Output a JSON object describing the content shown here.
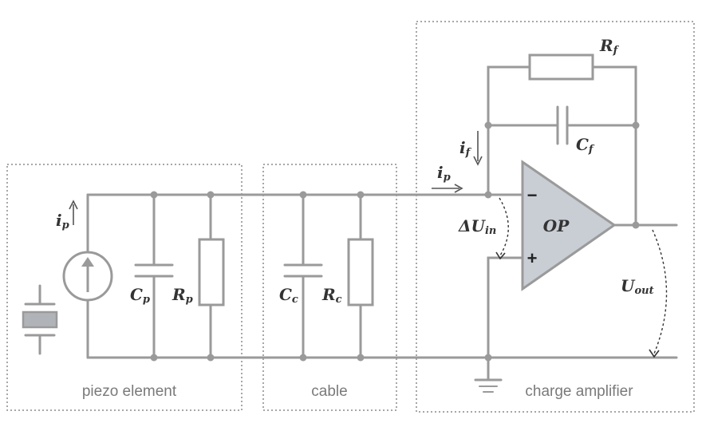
{
  "regions": {
    "piezo": "piezo element",
    "cable": "cable",
    "amplifier": "charge amplifier"
  },
  "labels": {
    "ip_source": {
      "main": "i",
      "sub": "p"
    },
    "ip_input": {
      "main": "i",
      "sub": "p"
    },
    "if": {
      "main": "i",
      "sub": "f"
    },
    "cp": {
      "main": "C",
      "sub": "p"
    },
    "rp": {
      "main": "R",
      "sub": "p"
    },
    "cc": {
      "main": "C",
      "sub": "c"
    },
    "rc": {
      "main": "R",
      "sub": "c"
    },
    "cf": {
      "main": "C",
      "sub": "f"
    },
    "rf": {
      "main": "R",
      "sub": "f"
    },
    "delta_u": {
      "main": "ΔU",
      "sub": "in"
    },
    "uout": {
      "main": "U",
      "sub": "out"
    },
    "op": "OP",
    "minus": "−",
    "plus": "+"
  },
  "colors": {
    "wire": "#9a9a9a",
    "amplifier_fill": "#c9cdd4",
    "crystal_fill": "#b0b3b8"
  }
}
